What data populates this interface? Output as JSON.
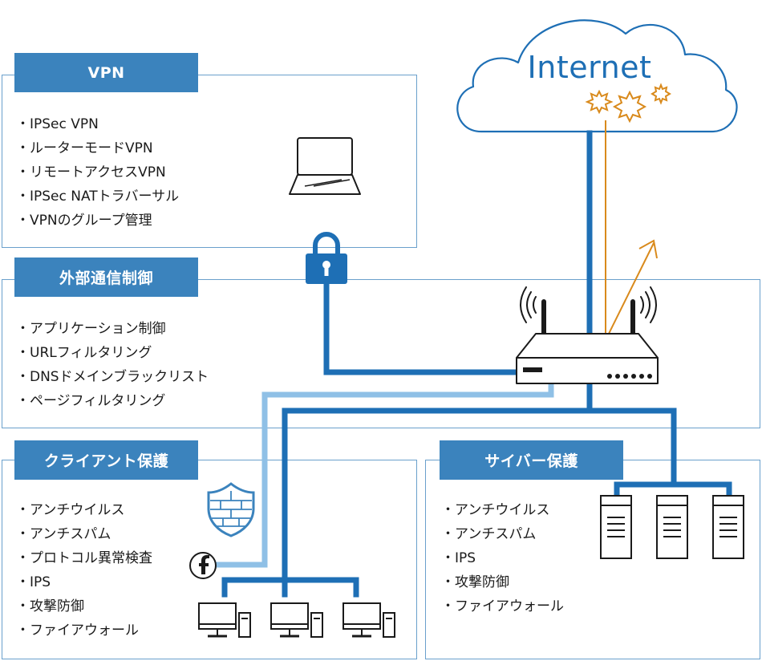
{
  "cloud": {
    "label": "Internet"
  },
  "panels": {
    "vpn": {
      "title": "VPN",
      "items": [
        "IPSec VPN",
        "ルーターモードVPN",
        "リモートアクセスVPN",
        "IPSec NATトラバーサル",
        "VPNのグループ管理"
      ]
    },
    "external": {
      "title": "外部通信制御",
      "items": [
        "アプリケーション制御",
        "URLフィルタリング",
        "DNSドメインブラックリスト",
        "ページフィルタリング"
      ]
    },
    "client": {
      "title": "クライアント保護",
      "items": [
        "アンチウイルス",
        "アンチスパム",
        "プロトコル異常検査",
        "IPS",
        "攻撃防御",
        "ファイアウォール"
      ]
    },
    "cyber": {
      "title": "サイバー保護",
      "items": [
        "アンチウイルス",
        "アンチスパム",
        "IPS",
        "攻撃防御",
        "ファイアウォール"
      ]
    }
  },
  "colors": {
    "primary_line": "#1e6fb5",
    "light_line": "#8fc0e6",
    "threat": "#d98a1c",
    "panel_title": "#3b83bd",
    "panel_border": "#6aa0cc"
  }
}
